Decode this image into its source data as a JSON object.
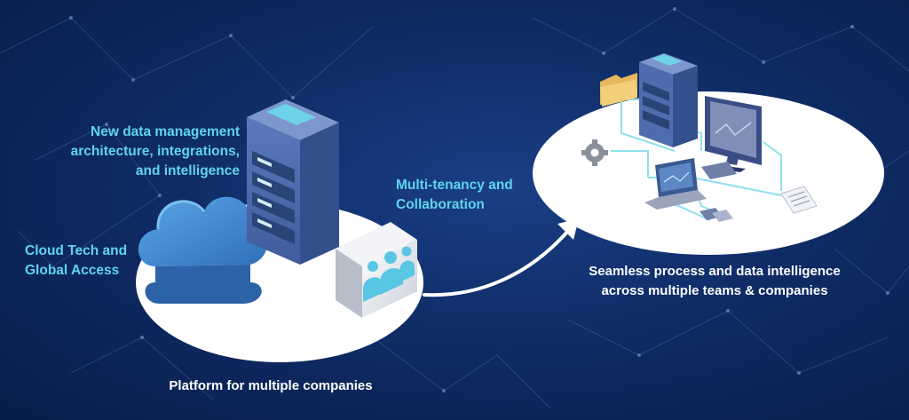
{
  "labels": {
    "data_management": "New data management\narchitecture, integrations,\nand intelligence",
    "cloud": "Cloud Tech and\nGlobal Access",
    "multitenancy": "Multi-tenancy and\nCollaboration",
    "platform": "Platform for multiple companies",
    "seamless": "Seamless process and data intelligence\nacross multiple teams & companies"
  },
  "colors": {
    "accent_cyan": "#5fd4ee",
    "background": "#0f2c66",
    "platform_ellipse": "#ffffff",
    "server_blue": "#4a67a8"
  },
  "icons": [
    "network-background",
    "cloud-icon",
    "server-rack-icon",
    "team-users-icon",
    "curved-arrow-icon",
    "folder-icon",
    "gear-icon",
    "monitor-icon",
    "laptop-icon",
    "keyboard-icon",
    "phone-icon",
    "document-icon"
  ]
}
